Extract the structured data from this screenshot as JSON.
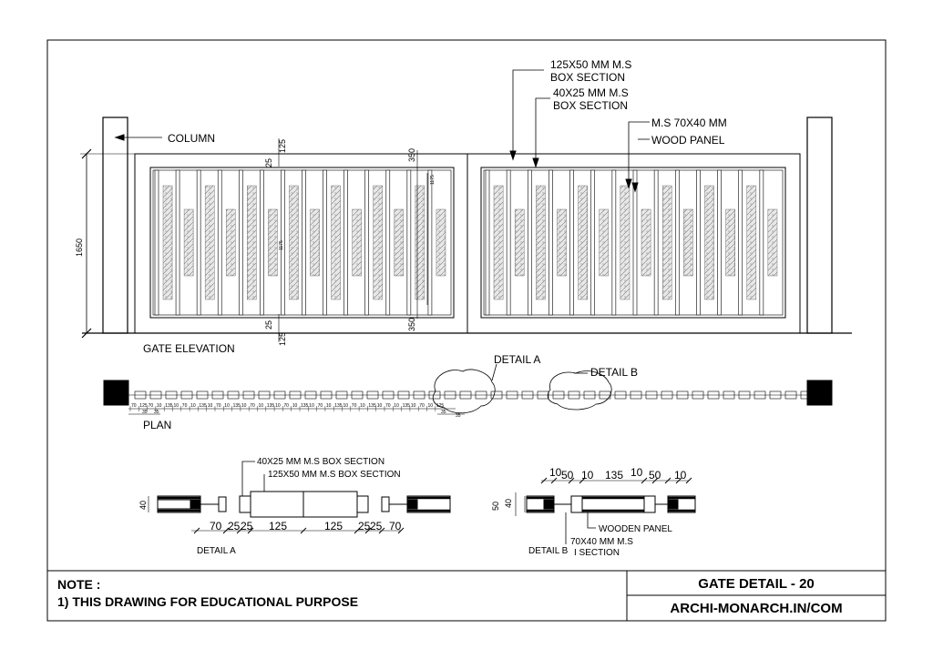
{
  "labels": {
    "column": "COLUMN",
    "gate_elevation": "GATE ELEVATION",
    "plan": "PLAN",
    "detail_a_callout": "DETAIL A",
    "detail_b_callout": "DETAIL B",
    "box125_l1": "125X50 MM M.S",
    "box125_l2": "BOX SECTION",
    "box40_l1": "40X25 MM M.S",
    "box40_l2": "BOX SECTION",
    "ms70_l1": "M.S 70X40 MM",
    "wood_panel": "WOOD PANEL",
    "da_box40": "40X25 MM M.S BOX SECTION",
    "da_box125": "125X50 MM M.S BOX SECTION",
    "detail_a": "DETAIL A",
    "detail_b": "DETAIL B",
    "db_wooden_panel": "WOODEN PANEL",
    "db_isec_l1": "70X40 MM M.S",
    "db_isec_l2": "I SECTION"
  },
  "dims": {
    "height_1650": "1650",
    "d125": "125",
    "d25": "25",
    "d350": "350",
    "d1175": "1175",
    "d125b": "125",
    "d25b": "25",
    "d350b": "350",
    "d1175b": "1175",
    "plan_35a": "35",
    "plan_35b": "35",
    "plan_35c": "35",
    "plan_35d": "35",
    "da_40": "40",
    "da_70a": "70",
    "da_25a": "25",
    "da_25b": "25",
    "da_125a": "125",
    "da_125b": "125",
    "da_25c": "25",
    "da_25d": "25",
    "da_70b": "70",
    "db_50": "50",
    "db_40": "40",
    "db_10a": "10",
    "db_50a": "50",
    "db_10b": "10",
    "db_135": "135",
    "db_10c": "10",
    "db_50b": "50",
    "db_10d": "10"
  },
  "plan_dims": [
    "70",
    "125",
    "70",
    "10",
    "135",
    "10",
    "70",
    "10",
    "135",
    "10",
    "70",
    "10",
    "135",
    "10",
    "70",
    "10",
    "135",
    "10",
    "70",
    "10",
    "135",
    "10",
    "70",
    "10",
    "135",
    "10",
    "70",
    "10",
    "135",
    "10",
    "70",
    "10",
    "135",
    "10",
    "70",
    "10",
    "125"
  ],
  "title_block": {
    "note_heading": "NOTE :",
    "note_1": "1) THIS DRAWING FOR EDUCATIONAL PURPOSE",
    "title": "GATE DETAIL - 20",
    "website": "ARCHI-MONARCH.IN/COM"
  }
}
